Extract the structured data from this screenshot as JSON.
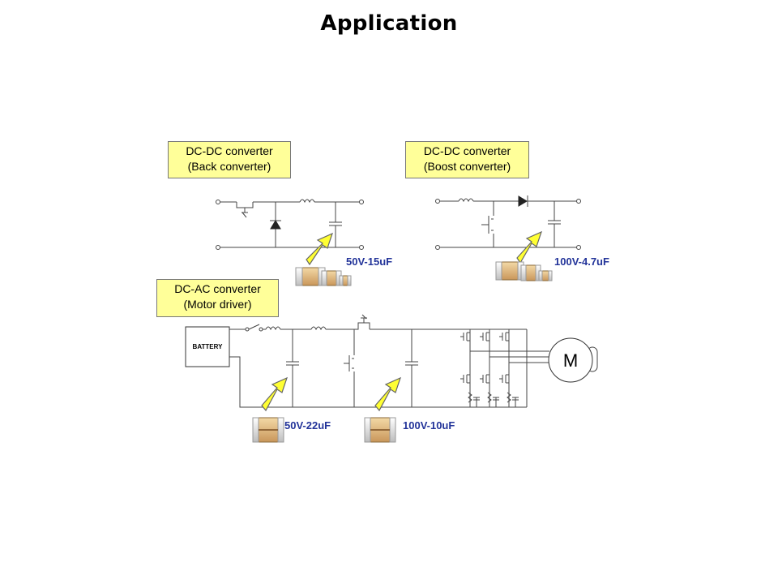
{
  "title": "Application",
  "boxes": {
    "buck": {
      "line1": "DC-DC converter",
      "line2": "(Back converter)"
    },
    "boost": {
      "line1": "DC-DC converter",
      "line2": "(Boost converter)"
    },
    "motor": {
      "line1": "DC-AC converter",
      "line2": "(Motor driver)"
    }
  },
  "capacitors": {
    "buck": "50V-15uF",
    "boost": "100V-4.7uF",
    "motor_a": "50V-22uF",
    "motor_b": "100V-10uF"
  },
  "components": {
    "battery": "BATTERY",
    "motor": "M"
  },
  "colors": {
    "label_bg": "#ffff99",
    "arrow_fill": "#ffff33",
    "cap_text": "#223399"
  }
}
